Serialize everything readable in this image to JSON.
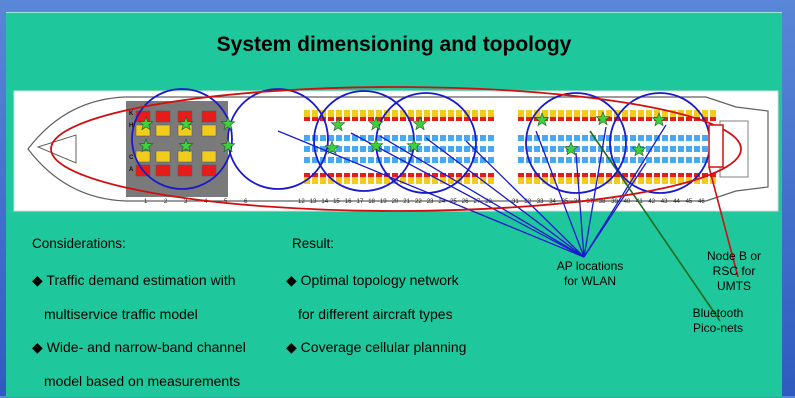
{
  "title": "System dimensioning and topology",
  "considerations": {
    "heading": "Considerations:",
    "bullets": [
      [
        "Traffic demand estimation with",
        "multiservice traffic model"
      ],
      [
        "Wide- and narrow-band channel",
        "model based on measurements"
      ]
    ]
  },
  "result": {
    "heading": "Result:",
    "bullets": [
      [
        "Optimal topology network",
        "for different aircraft types"
      ],
      [
        "Coverage cellular planning"
      ]
    ]
  },
  "labels": {
    "ap": [
      "AP locations",
      "for WLAN"
    ],
    "bluetooth": [
      "Bluetooth",
      "Pico-nets"
    ],
    "nodeb": [
      "Node B or",
      "RSC for",
      "UMTS"
    ]
  },
  "seat_rows": {
    "first": [
      "1",
      "2",
      "3",
      "4",
      "5",
      "6"
    ],
    "business": [
      "12",
      "13",
      "14",
      "15",
      "16",
      "17",
      "18",
      "19",
      "20",
      "21",
      "22",
      "23",
      "24",
      "25",
      "26",
      "27",
      "28"
    ],
    "economy": [
      "31",
      "32",
      "33",
      "34",
      "35",
      "36",
      "37",
      "38",
      "39",
      "40",
      "41",
      "42",
      "43",
      "44",
      "45",
      "46"
    ],
    "letters": [
      "K",
      "H",
      "C",
      "A"
    ]
  },
  "colors": {
    "background": "#1fc79c",
    "frame": "#2f5bc0",
    "coverage_circle": "#1a1acc",
    "ap_link": "#1a1acc",
    "bluetooth_link": "#1f6b1f",
    "umts_link": "#d01010",
    "star": "#3fcf3f",
    "seat_red": "#e81b1b",
    "seat_yellow": "#f2cc1c",
    "seat_blue": "#47a9f0"
  }
}
